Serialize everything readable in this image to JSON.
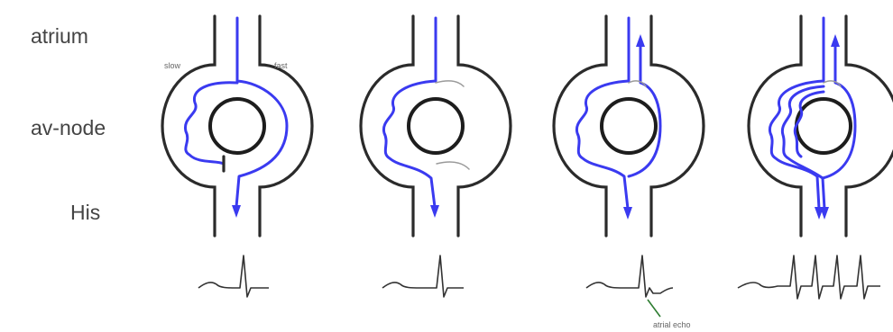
{
  "labels": {
    "atrium": "atrium",
    "av_node": "av-node",
    "his": "His",
    "slow": "slow",
    "fast": "fast",
    "atrial_echo": "atrial echo"
  },
  "panels": [
    {
      "id": "panel-1",
      "beats": 1,
      "retrograde": false
    },
    {
      "id": "panel-2",
      "beats": 1,
      "retrograde": false
    },
    {
      "id": "panel-3",
      "beats": 1,
      "retrograde": true
    },
    {
      "id": "panel-4",
      "beats": 4,
      "retrograde": true
    }
  ],
  "colors": {
    "conduction": "#3a3af0",
    "blocked": "#9a9a9a",
    "outline": "#2b2b2b",
    "echo_pointer": "#2e7d32",
    "label": "#444444"
  }
}
